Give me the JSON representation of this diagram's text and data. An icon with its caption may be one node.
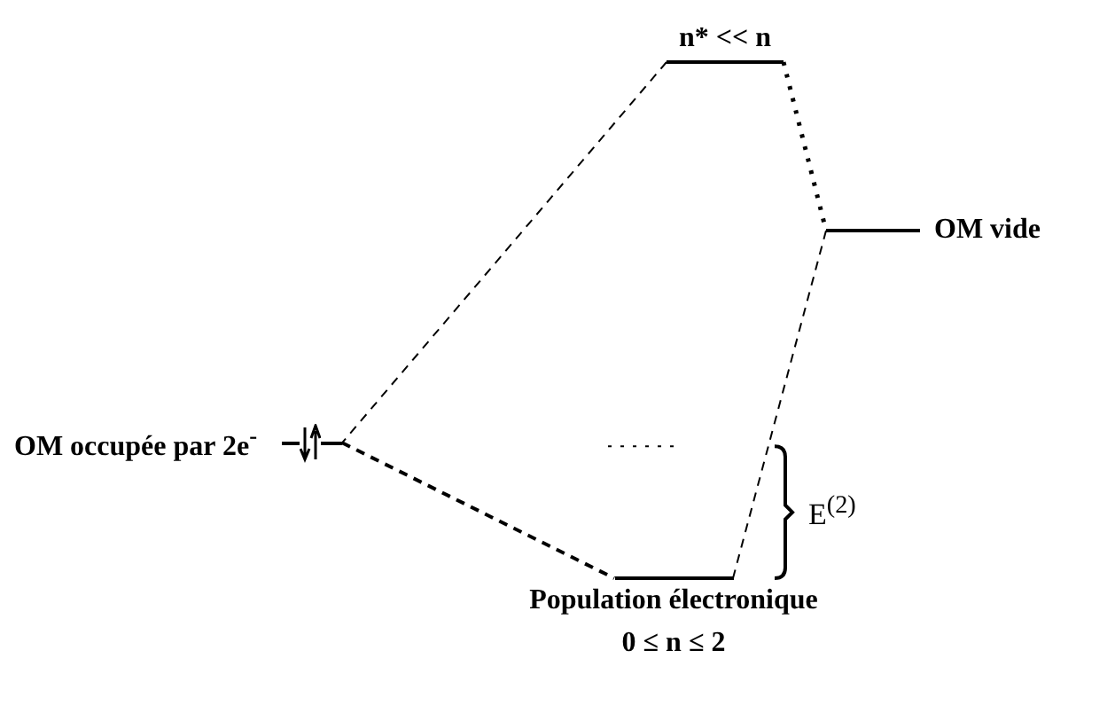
{
  "diagram": {
    "nodes": [
      {
        "text": [
          "n* << n"
        ]
      },
      {
        "text": [
          "OM vide"
        ]
      },
      {
        "text": [
          "OM occupée par 2e$^{-}$"
        ]
      },
      {
        "text": [
          "Population électronique",
          "0 ≤ n ≤ 2"
        ]
      }
    ],
    "edges": [
      {
        "from": 0,
        "to": 2,
        "arrow": "none",
        "style": "dashed"
      },
      {
        "from": 0,
        "to": 1,
        "arrow": "none",
        "style": "dashed"
      },
      {
        "from": 1,
        "to": 3,
        "arrow": "none",
        "style": "dashed"
      },
      {
        "from": 2,
        "to": 3,
        "arrow": "none",
        "style": "dashed"
      }
    ],
    "labels": [
      "E$^{(2)}$"
    ]
  }
}
